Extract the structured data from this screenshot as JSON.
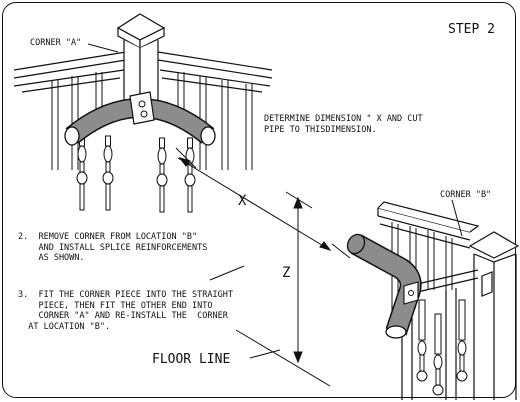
{
  "labels": {
    "step": "STEP 2",
    "corner_a": "CORNER \"A\"",
    "corner_b": "CORNER \"B\"",
    "determine": "DETERMINE DIMENSION \" X AND CUT\nPIPE TO THISDIMENSION.",
    "step2": "2.  REMOVE CORNER FROM LOCATION \"B\"\n    AND INSTALL SPLICE REINFORCEMENTS\n    AS SHOWN.",
    "step3": "3.  FIT THE CORNER PIECE INTO THE STRAIGHT\n    PIECE, THEN FIT THE OTHER END INTO\n    CORNER \"A\" AND RE-INSTALL THE  CORNER\n  AT LOCATION \"B\".",
    "dim_x": "X",
    "dim_z": "Z",
    "floor_line": "FLOOR LINE"
  },
  "colors": {
    "line": "#111111",
    "pipe_fill": "#8c8c8c"
  }
}
